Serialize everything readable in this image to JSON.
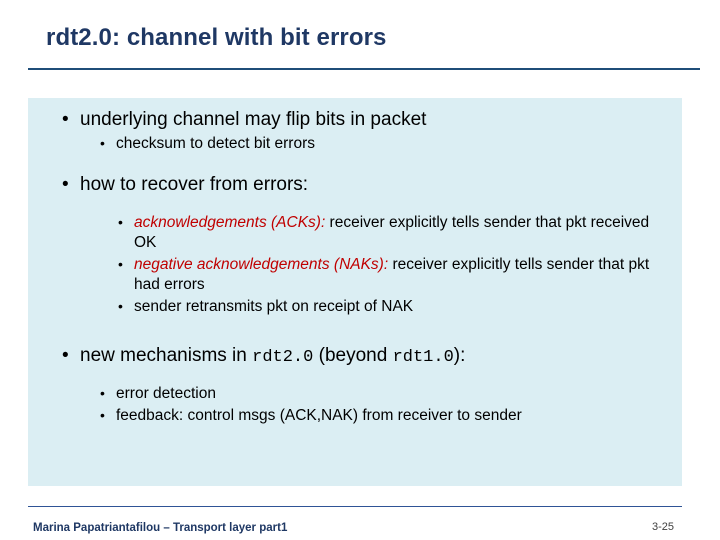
{
  "slide": {
    "title": "rdt2.0: channel with bit errors",
    "bullets": {
      "b1": "underlying channel may flip bits in packet",
      "b1s1": "checksum to detect bit errors",
      "b2": "how to recover from errors:",
      "b2s1_em": "acknowledgements (ACKs):",
      "b2s1_rest": " receiver explicitly tells sender that pkt received OK",
      "b2s2_em": "negative acknowledgements (NAKs):",
      "b2s2_rest": " receiver explicitly tells sender that pkt had errors",
      "b2s3": "sender retransmits pkt on receipt of NAK",
      "b3_pre": "new mechanisms in ",
      "b3_mono1": "rdt2.0",
      "b3_mid": " (beyond ",
      "b3_mono2": "rdt1.0",
      "b3_post": "):",
      "b3s1": "error detection",
      "b3s2": "feedback: control msgs (ACK,NAK) from receiver to sender"
    },
    "bullet_glyph": "•",
    "footer": "Marina Papatriantafilou –  Transport layer part1",
    "page_number": "3-25"
  },
  "colors": {
    "title": "#1f3864",
    "rule": "#1f4e79",
    "panel": "#dbeef3",
    "emphasis": "#c00000"
  }
}
